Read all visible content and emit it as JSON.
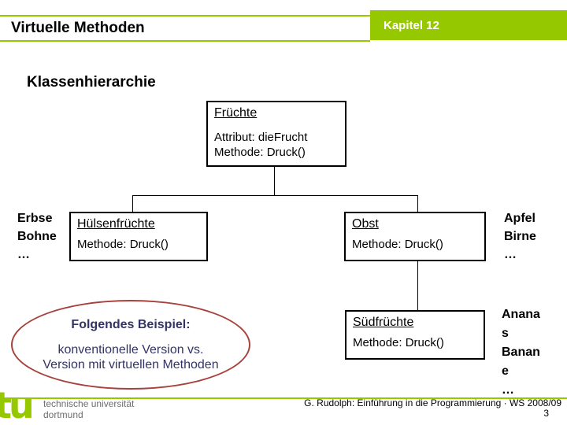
{
  "slide": {
    "header": {
      "title": "Virtuelle Methoden",
      "chapter": "Kapitel 12"
    },
    "section_title": "Klassenhierarchie",
    "diagram": {
      "root": {
        "title": "Früchte",
        "line1": "Attribut: dieFrucht",
        "line2": "Methode: Druck()"
      },
      "left_child": {
        "title": "Hülsenfrüchte",
        "line1": "Methode: Druck()"
      },
      "right_child": {
        "title": "Obst",
        "line1": "Methode: Druck()"
      },
      "south_child": {
        "title": "Südfrüchte",
        "line1": "Methode: Druck()"
      },
      "left_examples": [
        "Erbse",
        "Bohne",
        "…"
      ],
      "right_examples": [
        "Apfel",
        "Birne",
        "…"
      ],
      "south_examples": [
        "Anana",
        "s",
        "Banan",
        "e",
        "…"
      ]
    },
    "callout": {
      "heading": "Folgendes Beispiel:",
      "line1": "konventionelle Version vs.",
      "line2": "Version mit virtuellen Methoden"
    },
    "footer": {
      "logo_text": "tu",
      "university_line1": "technische universität",
      "university_line2": "dortmund",
      "citation": "G. Rudolph: Einführung in die Programmierung · WS 2008/09",
      "page_number": "3"
    },
    "colors": {
      "accent_green": "#96C800",
      "callout_stroke_red": "#A6413B",
      "callout_text_blue": "#333366",
      "footer_text_grey": "#6E6E6E"
    }
  }
}
